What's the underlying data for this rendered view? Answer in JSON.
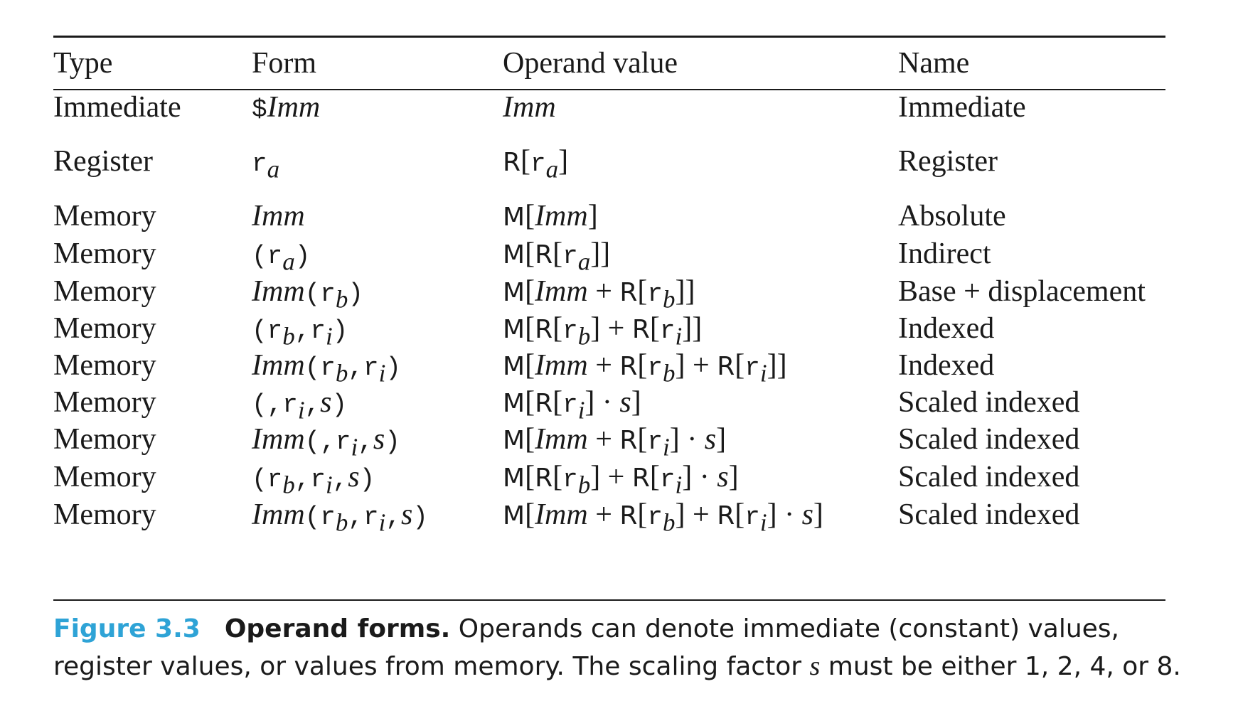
{
  "table": {
    "headers": {
      "type": "Type",
      "form": "Form",
      "operand_value": "Operand value",
      "name": "Name"
    },
    "rows": [
      {
        "type": "Immediate",
        "form": "$Imm",
        "operand_value": "Imm",
        "name": "Immediate"
      },
      {
        "type": "Register",
        "form": "r_a",
        "operand_value": "R[r_a]",
        "name": "Register"
      },
      {
        "type": "Memory",
        "form": "Imm",
        "operand_value": "M[Imm]",
        "name": "Absolute"
      },
      {
        "type": "Memory",
        "form": "(r_a)",
        "operand_value": "M[R[r_a]]",
        "name": "Indirect"
      },
      {
        "type": "Memory",
        "form": "Imm(r_b)",
        "operand_value": "M[Imm + R[r_b]]",
        "name": "Base + displacement"
      },
      {
        "type": "Memory",
        "form": "(r_b,r_i)",
        "operand_value": "M[R[r_b] + R[r_i]]",
        "name": "Indexed"
      },
      {
        "type": "Memory",
        "form": "Imm(r_b,r_i)",
        "operand_value": "M[Imm + R[r_b] + R[r_i]]",
        "name": "Indexed"
      },
      {
        "type": "Memory",
        "form": "(,r_i,s)",
        "operand_value": "M[R[r_i] · s]",
        "name": "Scaled indexed"
      },
      {
        "type": "Memory",
        "form": "Imm(,r_i,s)",
        "operand_value": "M[Imm + R[r_i] · s]",
        "name": "Scaled indexed"
      },
      {
        "type": "Memory",
        "form": "(r_b,r_i,s)",
        "operand_value": "M[R[r_b] + R[r_i] · s]",
        "name": "Scaled indexed"
      },
      {
        "type": "Memory",
        "form": "Imm(r_b,r_i,s)",
        "operand_value": "M[Imm + R[r_b] + R[r_i] · s]",
        "name": "Scaled indexed"
      }
    ]
  },
  "caption": {
    "label": "Figure 3.3",
    "title": "Operand forms.",
    "text_before_s": "Operands can denote immediate (constant) values, register values, or values from memory. The scaling factor",
    "s_symbol": "s",
    "text_after_s": "must be either 1, 2, 4, or 8."
  },
  "colors": {
    "figure_label": "#2ea3d6",
    "text": "#1a1a1a"
  }
}
